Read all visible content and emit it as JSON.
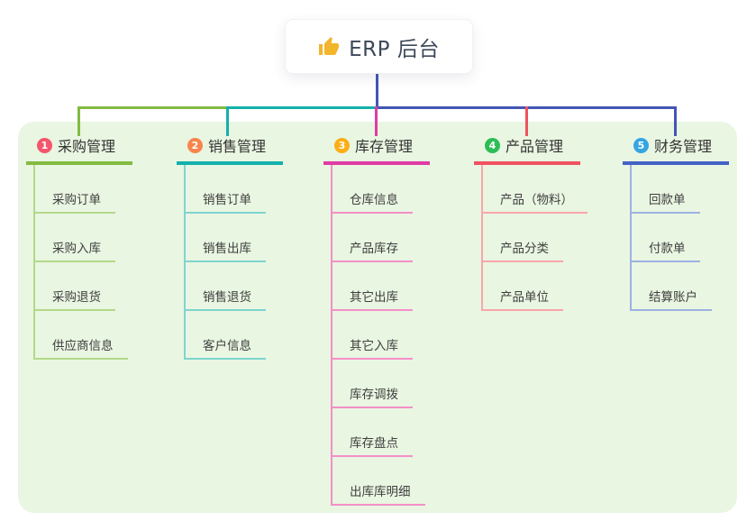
{
  "root": {
    "label": "ERP 后台",
    "icon": "thumbs-up",
    "box_color": "#ffffff",
    "text_color": "#3d4859"
  },
  "panel": {
    "background_color": "#e9f6e2"
  },
  "connector_colors": {
    "root": "#4356b6"
  },
  "icon_colors": {
    "thumbs_up": "#f2b52b"
  },
  "branches": [
    {
      "index": "1",
      "label": "采购管理",
      "badge_color": "#f4566c",
      "line_color": "#82bb41",
      "child_line_color": "#b3d889",
      "children": [
        "采购订单",
        "采购入库",
        "采购退货",
        "供应商信息"
      ]
    },
    {
      "index": "2",
      "label": "销售管理",
      "badge_color": "#f8854d",
      "line_color": "#14b0ac",
      "child_line_color": "#7fd5cf",
      "children": [
        "销售订单",
        "销售出库",
        "销售退货",
        "客户信息"
      ]
    },
    {
      "index": "3",
      "label": "库存管理",
      "badge_color": "#fbaf16",
      "line_color": "#e03ba5",
      "child_line_color": "#f48fc8",
      "children": [
        "仓库信息",
        "产品库存",
        "其它出库",
        "其它入库",
        "库存调拨",
        "库存盘点",
        "出库库明细"
      ]
    },
    {
      "index": "4",
      "label": "产品管理",
      "badge_color": "#2dbd57",
      "line_color": "#f0525f",
      "child_line_color": "#f9a6ab",
      "children": [
        "产品（物料）",
        "产品分类",
        "产品单位"
      ]
    },
    {
      "index": "5",
      "label": "财务管理",
      "badge_color": "#34a5e2",
      "line_color": "#4462c7",
      "child_line_color": "#9db1e2",
      "children": [
        "回款单",
        "付款单",
        "结算账户"
      ]
    }
  ]
}
